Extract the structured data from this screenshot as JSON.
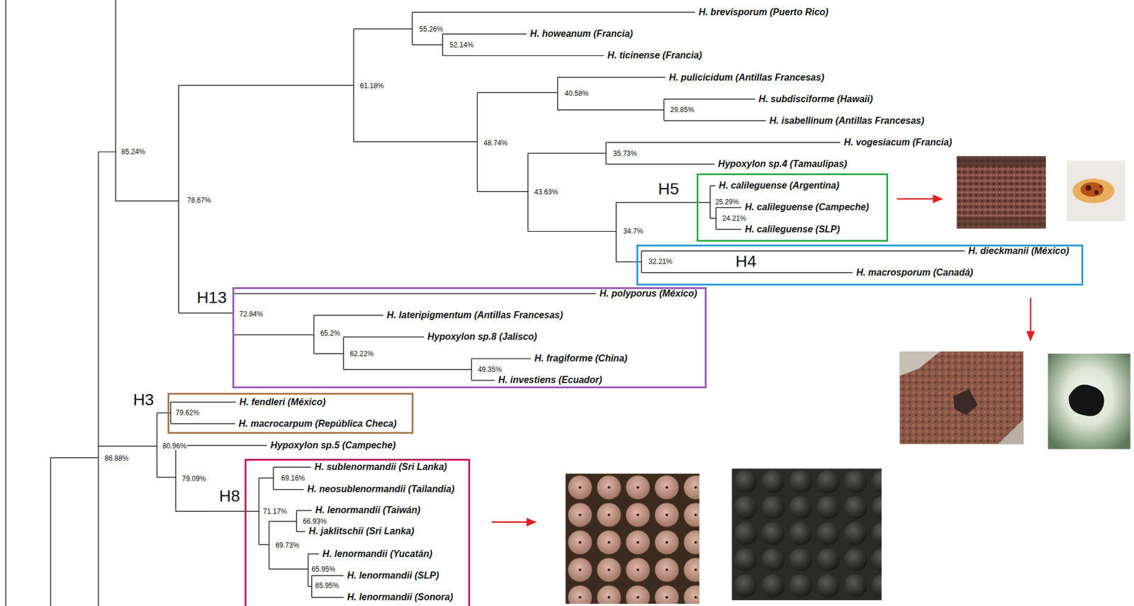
{
  "diagram": {
    "nodes": [
      {
        "text": [
          "H5",
          "H. calileguense (Argentina)",
          "25.29%",
          "H. calileguense (Campeche)",
          "24.21%",
          "H. calileguense (SLP)"
        ]
      },
      {
        "text": [
          "H4",
          "32.21%",
          "H. dieckmanii (México)",
          "H. macrosporum (Canadá)"
        ]
      },
      {
        "text": [
          "H13",
          "H. polyporus (México)",
          "72.84%",
          "H. lateripigmentum (Antillas Francesas)",
          "65.2%",
          "Hypoxylon sp.8 (Jalisco)",
          "62.22%",
          "H. fragiforme (China)",
          "49.35%",
          "H. investiens (Ecuador)"
        ]
      },
      {
        "text": [
          "H3",
          "H. fendleri (México)",
          "79.62%",
          "H. macrocarpum (República Checa)"
        ]
      },
      {
        "text": [
          "H8",
          "H. sublenormandii (Sri Lanka)",
          "69.16%",
          "H. neosublenormandii (Tailandia)",
          "71.17%",
          "H. lenormandii (Taiwán)",
          "66.93%",
          "H. jaklitschii (Sri Lanka)",
          "69.73%",
          "H. lenormandii (Yucatán)",
          "65.95%",
          "H. lenormandii (SLP)",
          "65.95%",
          "H. lenormandii (Sonora)"
        ]
      }
    ],
    "labels": [
      "H. brevisporum (Puerto Rico)",
      "55.26%",
      "H. howeanum (Francia)",
      "52.14%",
      "H. ticinense (Francia)",
      "H. pulicicidum (Antillas Francesas)",
      "61.18%",
      "40.58%",
      "H. subdisciforme (Hawaii)",
      "29.85%",
      "H. isabellinum (Antillas Francesas)",
      "H. vogesiacum (Francia)",
      "48.74%",
      "85.24%",
      "35.73%",
      "Hypoxylon sp.4 (Tamaulipas)",
      "43.63%",
      "78.67%",
      "34.7%",
      "Hypoxylon sp.5 (Campeche)",
      "80.96%",
      "86.88%",
      "79.09%"
    ]
  }
}
